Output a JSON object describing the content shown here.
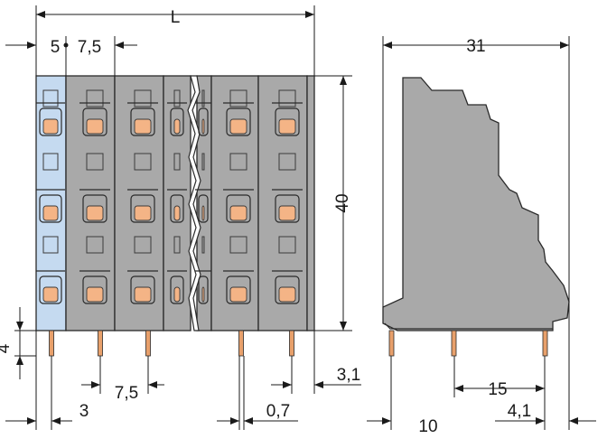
{
  "dimensions": {
    "total_length": "L",
    "first_pitch": "5",
    "pitch_top": "7,5",
    "height": "40",
    "pin_length": "4",
    "pitch_bottom": "7,5",
    "first_offset": "3",
    "pin_width": "0,7",
    "end_offset": "3,1",
    "side_depth": "31",
    "rear_offset": "10",
    "pin_spacing": "15",
    "front_offset": "4,1"
  },
  "colors": {
    "housing": "#a9a9a9",
    "housing_blue": "#c5daf0",
    "spring": "#f4b486",
    "pin": "#e8a06b"
  }
}
